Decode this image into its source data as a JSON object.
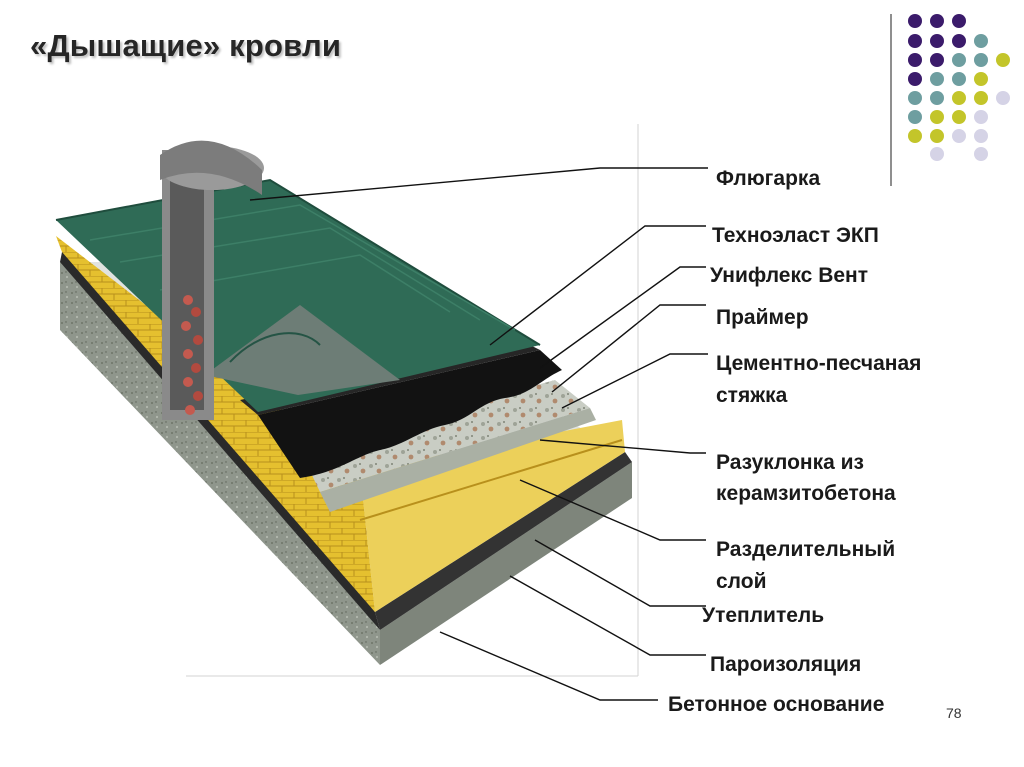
{
  "slide": {
    "title": "«Дышащие» кровли",
    "page_number": "78"
  },
  "labels": {
    "fluegarka": "Флюгарка",
    "technoelast": "Техноэласт ЭКП",
    "uniflex": "Унифлекс Вент",
    "primer": "Праймер",
    "screed_line1": "Цементно-песчаная",
    "screed_line2": "стяжка",
    "slope_line1": "Разуклонка из",
    "slope_line2": "керамзитобетона",
    "separator_line1": "Разделительный",
    "separator_line2": "слой",
    "insulation": "Утеплитель",
    "vapor": "Пароизоляция",
    "base": "Бетонное основание"
  },
  "colors": {
    "purple": "#3b1b6b",
    "teal": "#6e9ea0",
    "lime": "#c3c52a",
    "lavender": "#d5d3e6",
    "shingle_green": "#2f6b56",
    "concrete_gray": "#8f968c",
    "insulation_yellow": "#e5c02f"
  }
}
